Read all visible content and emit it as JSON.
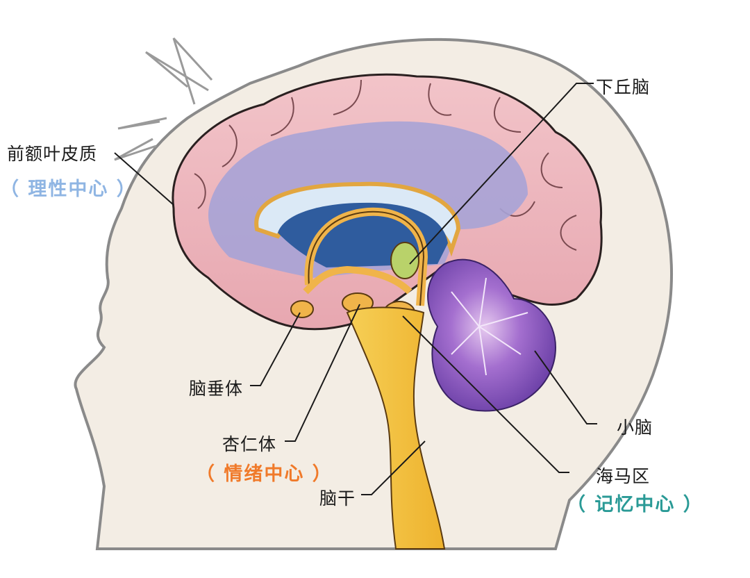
{
  "diagram": {
    "title": "",
    "colors": {
      "background": "#ffffff",
      "head_fill": "#f3ede4",
      "head_outline": "#8a8a8a",
      "cortex": "#eeb6bd",
      "cortex_outline": "#2a2020",
      "white_matter": "#a7a3d6",
      "ventricle": "#2f5c9e",
      "corpus_callosum": "#cfe2f2",
      "limbic": "#f0b44a",
      "brainstem": "#f4c23c",
      "hypothalamus": "#b9d26a",
      "cerebellum_outer": "#5a3a9a",
      "cerebellum_inner": "#9a64c8",
      "rational_center": "#8fb5e3",
      "emotion_center": "#f07a2a",
      "memory_center": "#2a9a96"
    },
    "labels": [
      {
        "id": "prefrontal-cortex",
        "text": "前额叶皮质",
        "subtitle": "（ 理性中心 ）"
      },
      {
        "id": "hypothalamus",
        "text": "下丘脑"
      },
      {
        "id": "pituitary",
        "text": "脑垂体"
      },
      {
        "id": "amygdala",
        "text": "杏仁体",
        "subtitle": "（ 情绪中心 ）"
      },
      {
        "id": "brainstem",
        "text": "脑干"
      },
      {
        "id": "cerebellum",
        "text": "小脑"
      },
      {
        "id": "hippocampus",
        "text": "海马区",
        "subtitle": "（ 记忆中心 ）"
      }
    ]
  }
}
